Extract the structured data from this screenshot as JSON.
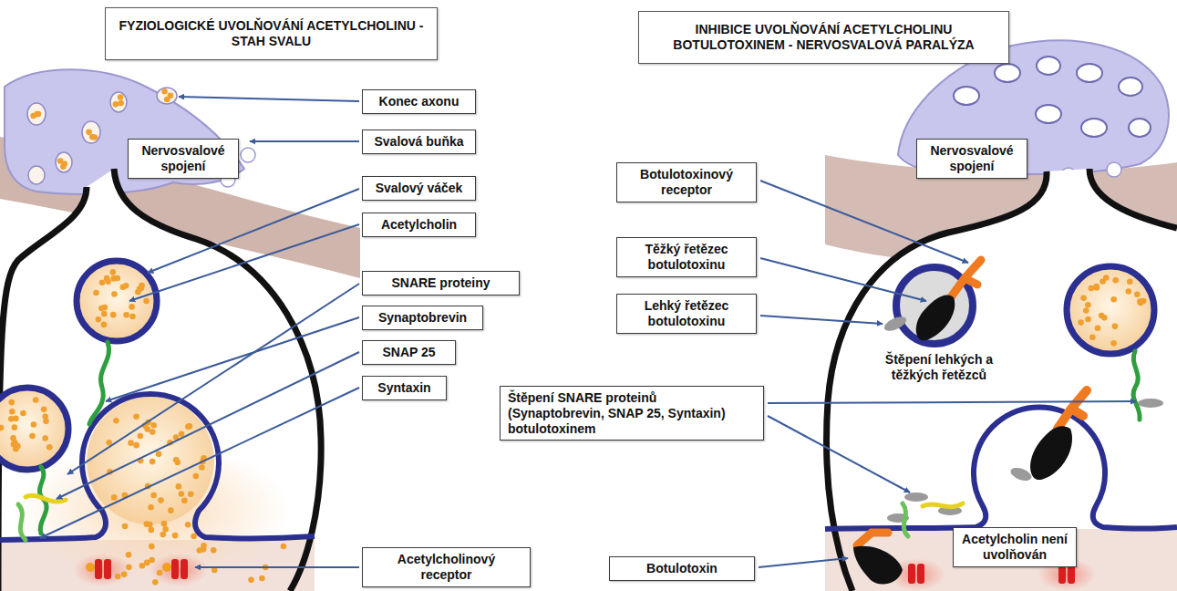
{
  "diagram": {
    "nodes": [
      {
        "text": [
          "FYZIOLOGICKÉ UVOLŇOVÁNÍ ACETYLCHOLINU - STAH SVALU"
        ]
      },
      {
        "text": [
          "Konec axonu"
        ]
      },
      {
        "text": [
          "Svalová buňka"
        ]
      },
      {
        "text": [
          "Nervosvalové spojení"
        ]
      },
      {
        "text": [
          "Svalový váček"
        ]
      },
      {
        "text": [
          "Acetylcholin"
        ]
      },
      {
        "text": [
          "SNARE proteiny"
        ]
      },
      {
        "text": [
          "Synaptobrevin"
        ]
      },
      {
        "text": [
          "SNAP 25"
        ]
      },
      {
        "text": [
          "Syntaxin"
        ]
      },
      {
        "text": [
          "Acetylcholinový receptor"
        ]
      },
      {
        "text": [
          "INHIBICE UVOLŇOVÁNÍ ACETYLCHOLINU BOTULOTOXINEM - NERVOSVALOVÁ PARALÝZA"
        ]
      },
      {
        "text": [
          "Nervosvalové spojení"
        ]
      },
      {
        "text": [
          "Botulotoxinový receptor"
        ]
      },
      {
        "text": [
          "Těžký řetězec botulotoxinu"
        ]
      },
      {
        "text": [
          "Lehký řetězec botulotoxinu"
        ]
      },
      {
        "text": [
          "Štěpení SNARE proteinů (Synaptobrevin, SNAP 25, Syntaxin) botulotoxinem"
        ]
      },
      {
        "text": [
          "Acetylcholin není uvolňován"
        ]
      },
      {
        "text": [
          "Botulotoxin"
        ]
      }
    ],
    "labels": [
      "Štěpení lehkých a těžkých řetězců"
    ]
  }
}
